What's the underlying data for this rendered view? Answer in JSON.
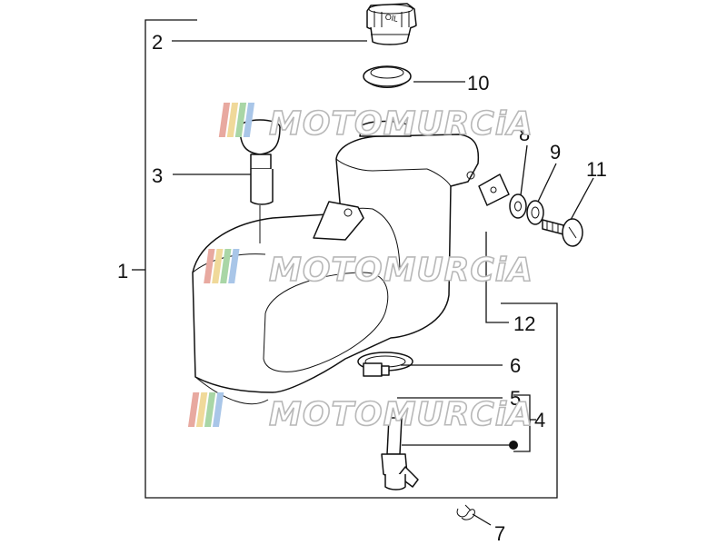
{
  "callouts": {
    "c1": "1",
    "c2": "2",
    "c3": "3",
    "c4": "4",
    "c5": "5",
    "c6": "6",
    "c7": "7",
    "c8": "8",
    "c9": "9",
    "c10": "10",
    "c11": "11",
    "c12": "12"
  },
  "parts": {
    "cap_text": "OIL"
  },
  "watermark": {
    "text": "MOTOMURCiA",
    "colors": [
      "#e8a9a0",
      "#f0d99a",
      "#a9d6a6",
      "#a9c6e8"
    ]
  }
}
